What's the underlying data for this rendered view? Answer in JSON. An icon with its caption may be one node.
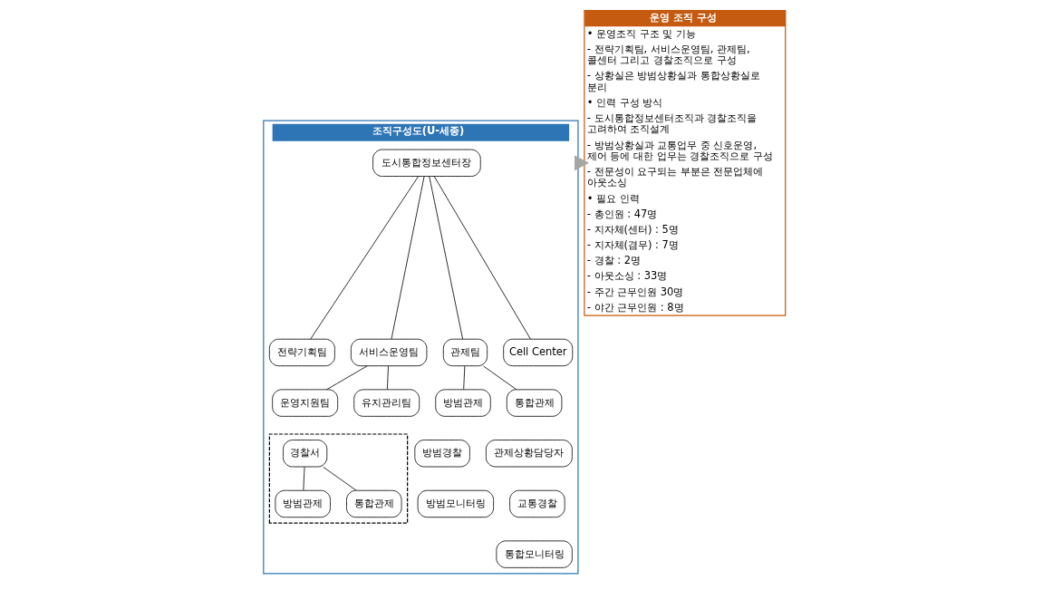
{
  "diagram": {
    "nodes": [
      {
        "text": [
          "조직구성도(U-세종)"
        ]
      },
      {
        "text": [
          "도시통합정보센터장"
        ],
        "in": 0
      },
      {
        "text": [
          "전략기획팀"
        ],
        "in": 0
      },
      {
        "text": [
          "서비스운영팀"
        ],
        "in": 0
      },
      {
        "text": [
          "관제팀"
        ],
        "in": 0
      },
      {
        "text": [
          "Cell Center"
        ],
        "in": 0
      },
      {
        "text": [
          "운영지원팀"
        ],
        "in": 0
      },
      {
        "text": [
          "유지관리팀"
        ],
        "in": 0
      },
      {
        "text": [
          "방범관제"
        ],
        "in": 0
      },
      {
        "text": [
          "통합관제"
        ],
        "in": 0
      },
      {
        "text": [
          "방범경찰"
        ],
        "in": 0
      },
      {
        "text": [
          "방범모니터링"
        ],
        "in": 0
      },
      {
        "text": [
          "관제상황담당자"
        ],
        "in": 0
      },
      {
        "text": [
          "교통경찰"
        ],
        "in": 0
      },
      {
        "text": [
          "통합모니터링"
        ],
        "in": 0
      },
      {
        "text": [],
        "shape": "box",
        "in": 0
      },
      {
        "text": [
          "경찰서"
        ],
        "in": 15
      },
      {
        "text": [
          "방범관제"
        ],
        "in": 15
      },
      {
        "text": [
          "통합관제"
        ],
        "in": 15
      },
      {
        "text": [
          "운영 조직 구성",
          "• 운영조직 구조 및 기능",
          "- 전략기획팀, 서비스운영팀, 관제팀, 콜센터 그리고 경찰조직으로 구성",
          "- 상황실은 방범상황실과 통합상황실로 분리",
          "• 인력 구성 방식",
          "- 도시통합정보센터조직과 경찰조직을 고려하여 조직설계",
          "- 방범상황실과 교통업무 중 신호운영, 제어 등에 대한 업무는 경찰조직으로 구성",
          "- 전문성이 요구되는 부분은 전문업체에 아웃소싱",
          "• 필요 인력",
          "- 총인원 : 47명",
          "- 지자체(센터) : 5명",
          "- 지자체(겸무) : 7명",
          "- 경찰 : 2명",
          "- 아웃소싱 : 33명",
          "- 주간 근무인원 30명",
          "- 야간 근무인원 : 8명"
        ]
      }
    ],
    "edges": [
      {
        "from": 1,
        "to": 2,
        "arrow": "none"
      },
      {
        "from": 1,
        "to": 3,
        "arrow": "none"
      },
      {
        "from": 1,
        "to": 4,
        "arrow": "none"
      },
      {
        "from": 1,
        "to": 5,
        "arrow": "none"
      },
      {
        "from": 3,
        "to": 6,
        "arrow": "none"
      },
      {
        "from": 3,
        "to": 7,
        "arrow": "none"
      },
      {
        "from": 4,
        "to": 8,
        "arrow": "none"
      },
      {
        "from": 4,
        "to": 9,
        "arrow": "none"
      },
      {
        "from": 16,
        "to": 17,
        "arrow": "none"
      },
      {
        "from": 16,
        "to": 18,
        "arrow": "none"
      },
      {
        "from": 0,
        "to": 19,
        "arrow": "to",
        "style": "thick",
        "color": "#a6a6a6"
      }
    ]
  }
}
